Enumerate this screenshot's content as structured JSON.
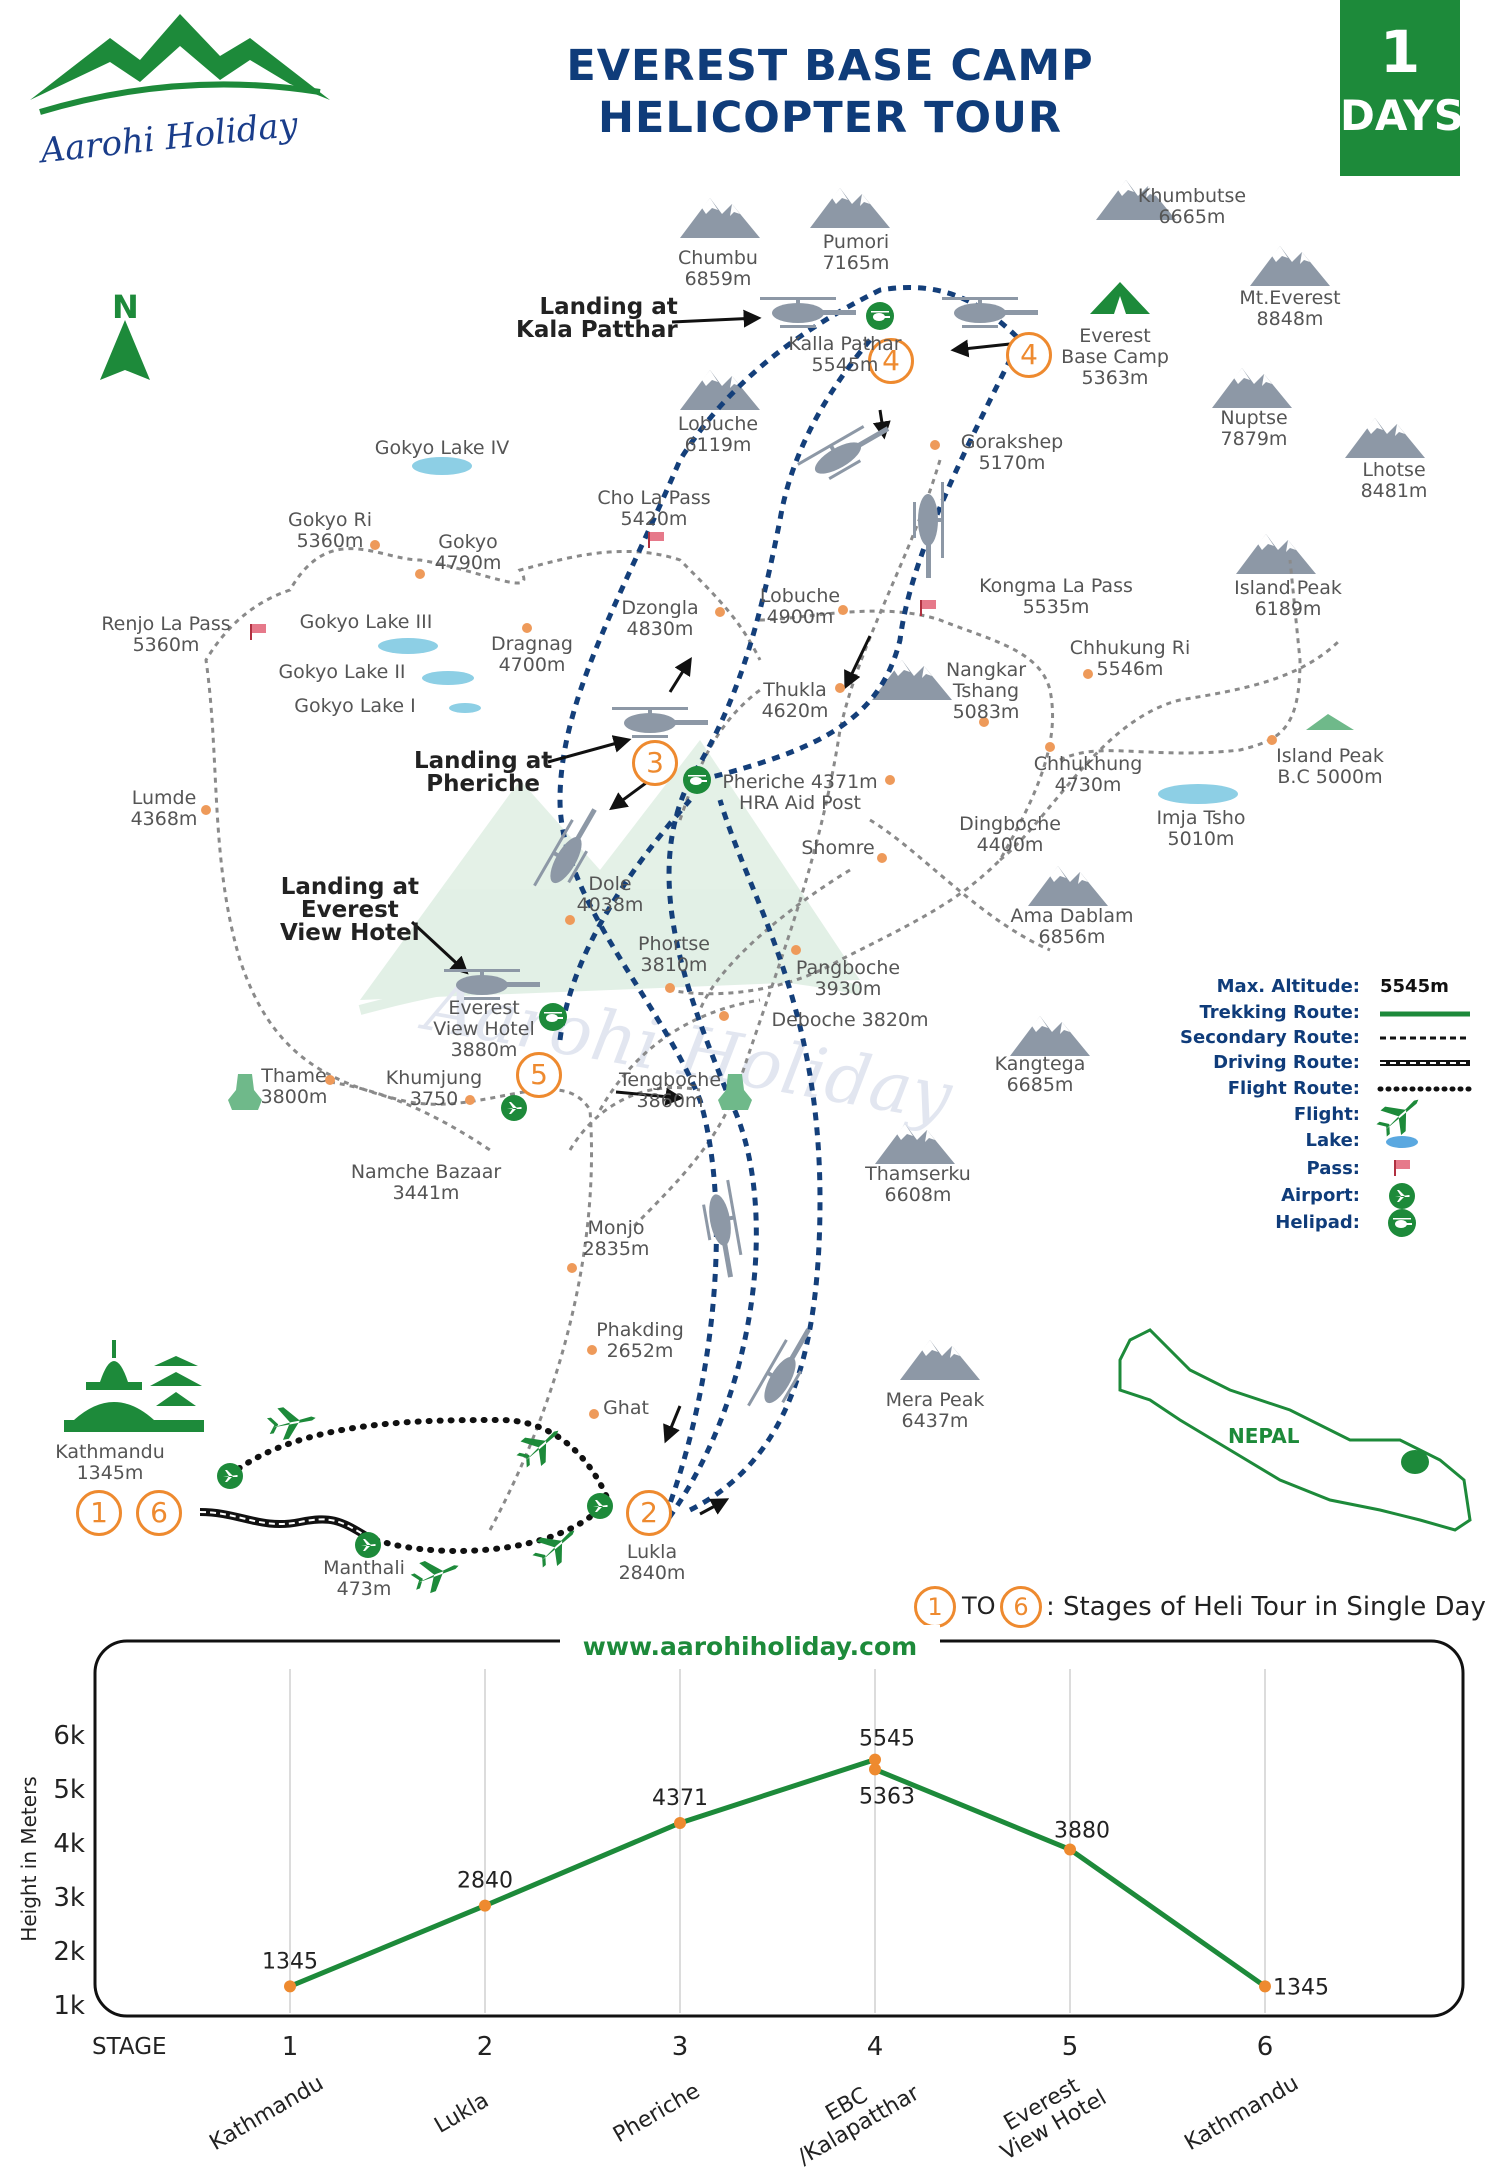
{
  "title_line1": "EVEREST BASE CAMP",
  "title_line2": "HELICOPTER TOUR",
  "badge": {
    "number": "1",
    "label": "DAYS"
  },
  "logo_text": "Aarohi Holiday",
  "north_label": "N",
  "website": "www.aarohiholiday.com",
  "stages_caption": {
    "from": "1",
    "to_word": "TO",
    "to": "6",
    "text": ": Stages of Heli Tour in Single Day"
  },
  "nepal_label": "NEPAL",
  "callouts": [
    {
      "text": "Landing at\nKala Patthar"
    },
    {
      "text": "Landing at\nPheriche"
    },
    {
      "text": "Landing at\nEverest\nView Hotel"
    }
  ],
  "stage_markers": [
    "4",
    "4",
    "3",
    "5",
    "2",
    "1",
    "6"
  ],
  "places": [
    {
      "name": "Chumbu",
      "value": "6859m"
    },
    {
      "name": "Pumori",
      "value": "7165m"
    },
    {
      "name": "Khumbutse",
      "value": "6665m"
    },
    {
      "name": "Mt.Everest",
      "value": "8848m"
    },
    {
      "name": "Kalla Pathar",
      "value": "5545m"
    },
    {
      "name": "Everest\nBase Camp",
      "value": "5363m"
    },
    {
      "name": "Lobuche",
      "value": "6119m"
    },
    {
      "name": "Gorakshep",
      "value": "5170m"
    },
    {
      "name": "Nuptse",
      "value": "7879m"
    },
    {
      "name": "Lhotse",
      "value": "8481m"
    },
    {
      "name": "Gokyo Lake IV",
      "value": ""
    },
    {
      "name": "Cho La Pass",
      "value": "5420m"
    },
    {
      "name": "Gokyo Ri",
      "value": "5360m"
    },
    {
      "name": "Gokyo",
      "value": "4790m"
    },
    {
      "name": "Lobuche",
      "value": "4900m"
    },
    {
      "name": "Kongma La Pass",
      "value": "5535m"
    },
    {
      "name": "Island Peak",
      "value": "6189m"
    },
    {
      "name": "Renjo La Pass",
      "value": "5360m"
    },
    {
      "name": "Gokyo Lake III",
      "value": ""
    },
    {
      "name": "Dzongla",
      "value": "4830m"
    },
    {
      "name": "Dragnag",
      "value": "4700m"
    },
    {
      "name": "Chhukung Ri",
      "value": "5546m"
    },
    {
      "name": "Gokyo Lake II",
      "value": ""
    },
    {
      "name": "Nangkar\nTshang",
      "value": "5083m"
    },
    {
      "name": "Thukla",
      "value": "4620m"
    },
    {
      "name": "Gokyo Lake I",
      "value": ""
    },
    {
      "name": "Chhukhung",
      "value": "4730m"
    },
    {
      "name": "Island Peak\nB.C 5000m",
      "value": ""
    },
    {
      "name": "Pheriche 4371m",
      "value": "HRA Aid Post"
    },
    {
      "name": "Lumde",
      "value": "4368m"
    },
    {
      "name": "Imja Tsho",
      "value": "5010m"
    },
    {
      "name": "Dingboche",
      "value": "4400m"
    },
    {
      "name": "Shomre",
      "value": ""
    },
    {
      "name": "Dole",
      "value": "4038m"
    },
    {
      "name": "Ama Dablam",
      "value": "6856m"
    },
    {
      "name": "Phortse",
      "value": "3810m"
    },
    {
      "name": "Pangboche",
      "value": "3930m"
    },
    {
      "name": "Everest\nView Hotel",
      "value": "3880m"
    },
    {
      "name": "Deboche 3820m",
      "value": ""
    },
    {
      "name": "Kangtega",
      "value": "6685m"
    },
    {
      "name": "Thame",
      "value": "3800m"
    },
    {
      "name": "Khumjung",
      "value": "3750"
    },
    {
      "name": "Tengboche",
      "value": "3860m"
    },
    {
      "name": "Namche Bazaar",
      "value": "3441m"
    },
    {
      "name": "Thamserku",
      "value": "6608m"
    },
    {
      "name": "Monjo",
      "value": "2835m"
    },
    {
      "name": "Phakding",
      "value": "2652m"
    },
    {
      "name": "Ghat",
      "value": ""
    },
    {
      "name": "Mera Peak",
      "value": "6437m"
    },
    {
      "name": "Kathmandu",
      "value": "1345m"
    },
    {
      "name": "Lukla",
      "value": "2840m"
    },
    {
      "name": "Manthali",
      "value": "473m"
    }
  ],
  "legend": {
    "max_altitude_label": "Max. Altitude:",
    "max_altitude_value": "5545m",
    "items": [
      {
        "label": "Trekking Route:",
        "icon": "solid-green-line"
      },
      {
        "label": "Secondary Route:",
        "icon": "dashed-line"
      },
      {
        "label": "Driving Route:",
        "icon": "road-line"
      },
      {
        "label": "Flight Route:",
        "icon": "dotted-line"
      },
      {
        "label": "Flight:",
        "icon": "airplane-icon"
      },
      {
        "label": "Lake:",
        "icon": "lake-icon"
      },
      {
        "label": "Pass:",
        "icon": "flag-icon"
      },
      {
        "label": "Airport:",
        "icon": "airport-icon"
      },
      {
        "label": "Helipad:",
        "icon": "helipad-icon"
      }
    ]
  },
  "colors": {
    "title": "#0f3c7a",
    "green": "#1d8a3a",
    "orange": "#ee8a2f",
    "route_blue": "#143f7a",
    "lake": "#8dcfe5"
  },
  "chart_data": {
    "type": "line",
    "ylabel": "Height in Meters",
    "xlabel": "STAGE",
    "yticks": [
      "1k",
      "2k",
      "3k",
      "4k",
      "5k",
      "6k"
    ],
    "ylim": [
      1000,
      6000
    ],
    "categories": [
      "1",
      "2",
      "3",
      "4",
      "5",
      "6"
    ],
    "category_names": [
      "Kathmandu",
      "Lukla",
      "Pheriche",
      "EBC\n/Kalapatthar",
      "Everest\nView Hotel",
      "Kathmandu"
    ],
    "points": [
      {
        "stage": 1,
        "value": 1345,
        "label": "1345"
      },
      {
        "stage": 2,
        "value": 2840,
        "label": "2840"
      },
      {
        "stage": 3,
        "value": 4371,
        "label": "4371"
      },
      {
        "stage": 4,
        "value": 5545,
        "label": "5545"
      },
      {
        "stage": 4,
        "value": 5363,
        "label": "5363"
      },
      {
        "stage": 5,
        "value": 3880,
        "label": "3880"
      },
      {
        "stage": 6,
        "value": 1345,
        "label": "1345"
      }
    ]
  }
}
